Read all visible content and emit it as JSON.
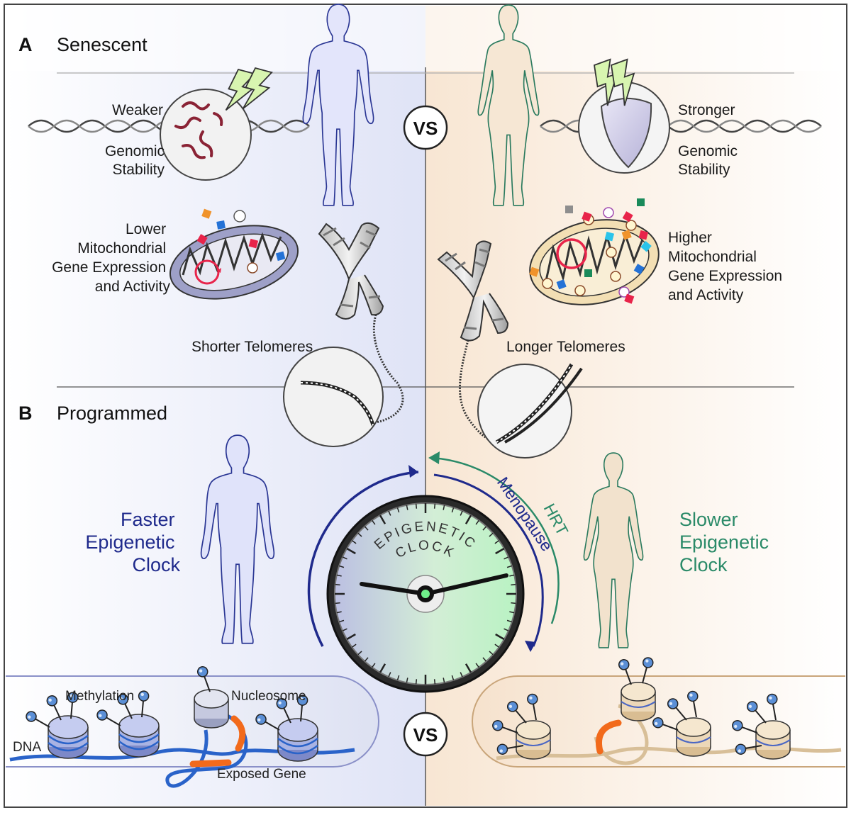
{
  "panel_a": {
    "letter": "A",
    "title": "Senescent",
    "left": {
      "genomic": [
        "Weaker",
        "Genomic",
        "Stability"
      ],
      "mito": [
        "Lower",
        "Mitochondrial",
        "Gene Expression",
        "and Activity"
      ],
      "telomeres": "Shorter Telomeres"
    },
    "right": {
      "genomic": [
        "Stronger",
        "Genomic",
        "Stability"
      ],
      "mito": [
        "Higher",
        "Mitochondrial",
        "Gene Expression",
        "and Activity"
      ],
      "telomeres": "Longer Telomeres"
    },
    "vs": "VS"
  },
  "panel_b": {
    "letter": "B",
    "title": "Programmed",
    "left_clock": [
      "Faster",
      "Epigenetic",
      "Clock"
    ],
    "right_clock": [
      "Slower",
      "Epigenetic",
      "Clock"
    ],
    "clock_face": [
      "EPIGENETIC",
      "CLOCK"
    ],
    "hrt": "HRT",
    "menopause": "Menopause",
    "chromatin": {
      "methylation": "Methylation",
      "nucleosome": "Nucleosome",
      "dna": "DNA",
      "exposed_gene": "Exposed Gene"
    },
    "vs": "VS"
  },
  "colors": {
    "male_blue": "#1f2a8c",
    "female_green": "#2a8a68",
    "orange": "#f26a1b",
    "mito_red": "#e8244a"
  }
}
